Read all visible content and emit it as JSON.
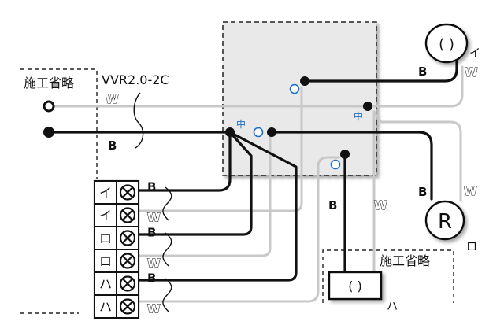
{
  "top_left": {
    "omission_label": "施工省略",
    "cable_label": "VVR2.0-2C",
    "wire_white": "W",
    "wire_black": "B"
  },
  "junction_box": {
    "center_mark_left": "中",
    "center_mark_right": "中"
  },
  "lamp_i": {
    "symbol": "( )",
    "label": "イ",
    "wire_black": "B",
    "wire_white": "W"
  },
  "lamp_ro": {
    "symbol": "R",
    "label": "ロ",
    "wire_black": "B",
    "wire_white": "W"
  },
  "lamp_ha": {
    "symbol": "( )",
    "label": "ハ",
    "omission_label": "施工省略",
    "wire_black": "B",
    "wire_white": "W"
  },
  "switch_block": {
    "rows": [
      {
        "letter": "イ",
        "wire": "B"
      },
      {
        "letter": "イ",
        "wire": "W"
      },
      {
        "letter": "ロ",
        "wire": "B"
      },
      {
        "letter": "ロ",
        "wire": "W"
      },
      {
        "letter": "ハ",
        "wire": "B"
      },
      {
        "letter": "ハ",
        "wire": "W"
      }
    ]
  },
  "colors": {
    "black_wire": "#111111",
    "white_wire": "#d0d0d0",
    "box_fill": "#e9e9e9",
    "connector_blue": "#1d6fc4"
  }
}
